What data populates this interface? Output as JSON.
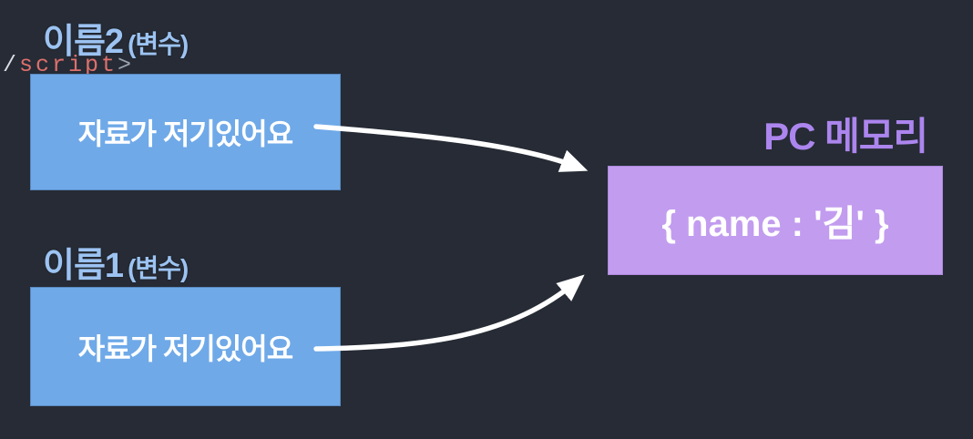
{
  "code_fragment": {
    "slash": "/",
    "tag": "script",
    "gt": ">"
  },
  "variables": [
    {
      "name": "이름2",
      "type_suffix": "(변수)",
      "box_text": "자료가 저기있어요"
    },
    {
      "name": "이름1",
      "type_suffix": "(변수)",
      "box_text": "자료가 저기있어요"
    }
  ],
  "memory": {
    "title": "PC 메모리",
    "value": "{ name : '김' }"
  },
  "colors": {
    "background": "#262B35",
    "variable_box": "#6FA9E8",
    "variable_label": "#9CC3F2",
    "box_text": "#FFFFFF",
    "memory_title": "#AC85EE",
    "memory_box": "#C29CEF",
    "memory_value": "#FFFFFF",
    "arrow": "#FFFFFF",
    "code_tag": "#DE706C",
    "code_punctuation": "#9BA3B0"
  }
}
